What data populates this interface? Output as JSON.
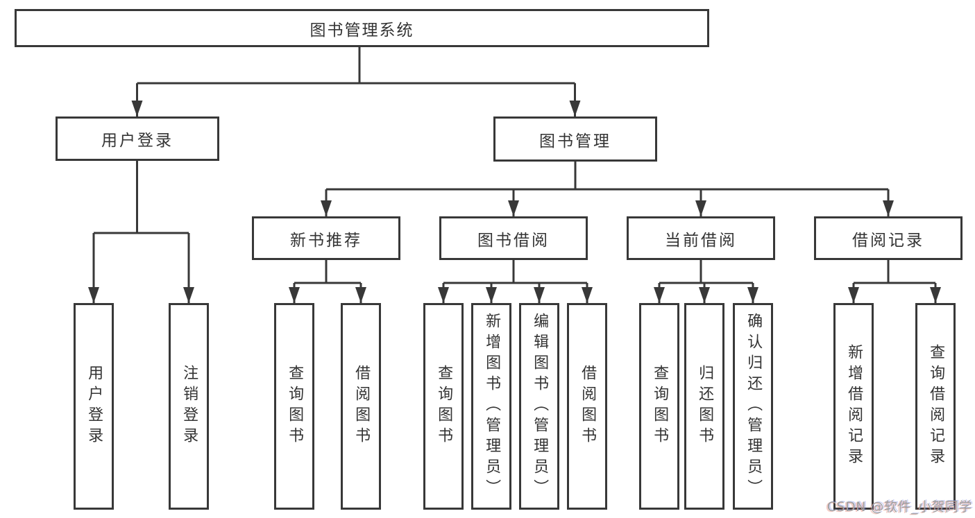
{
  "diagram": {
    "root": "图书管理系统",
    "branches": [
      {
        "label": "用户登录",
        "children": [
          {
            "label": "用户登录"
          },
          {
            "label": "注销登录"
          }
        ]
      },
      {
        "label": "图书管理",
        "children": [
          {
            "label": "新书推荐",
            "children": [
              {
                "label": "查询图书"
              },
              {
                "label": "借阅图书"
              }
            ]
          },
          {
            "label": "图书借阅",
            "children": [
              {
                "label": "查询图书"
              },
              {
                "label": "新增图书（管理员）"
              },
              {
                "label": "编辑图书（管理员）"
              },
              {
                "label": "借阅图书"
              }
            ]
          },
          {
            "label": "当前借阅",
            "children": [
              {
                "label": "查询图书"
              },
              {
                "label": "归还图书"
              },
              {
                "label": "确认归还（管理员）"
              }
            ]
          },
          {
            "label": "借阅记录",
            "children": [
              {
                "label": "新增借阅记录"
              },
              {
                "label": "查询借阅记录"
              }
            ]
          }
        ]
      }
    ],
    "watermark": "CSDN @软件_小贺同学"
  }
}
